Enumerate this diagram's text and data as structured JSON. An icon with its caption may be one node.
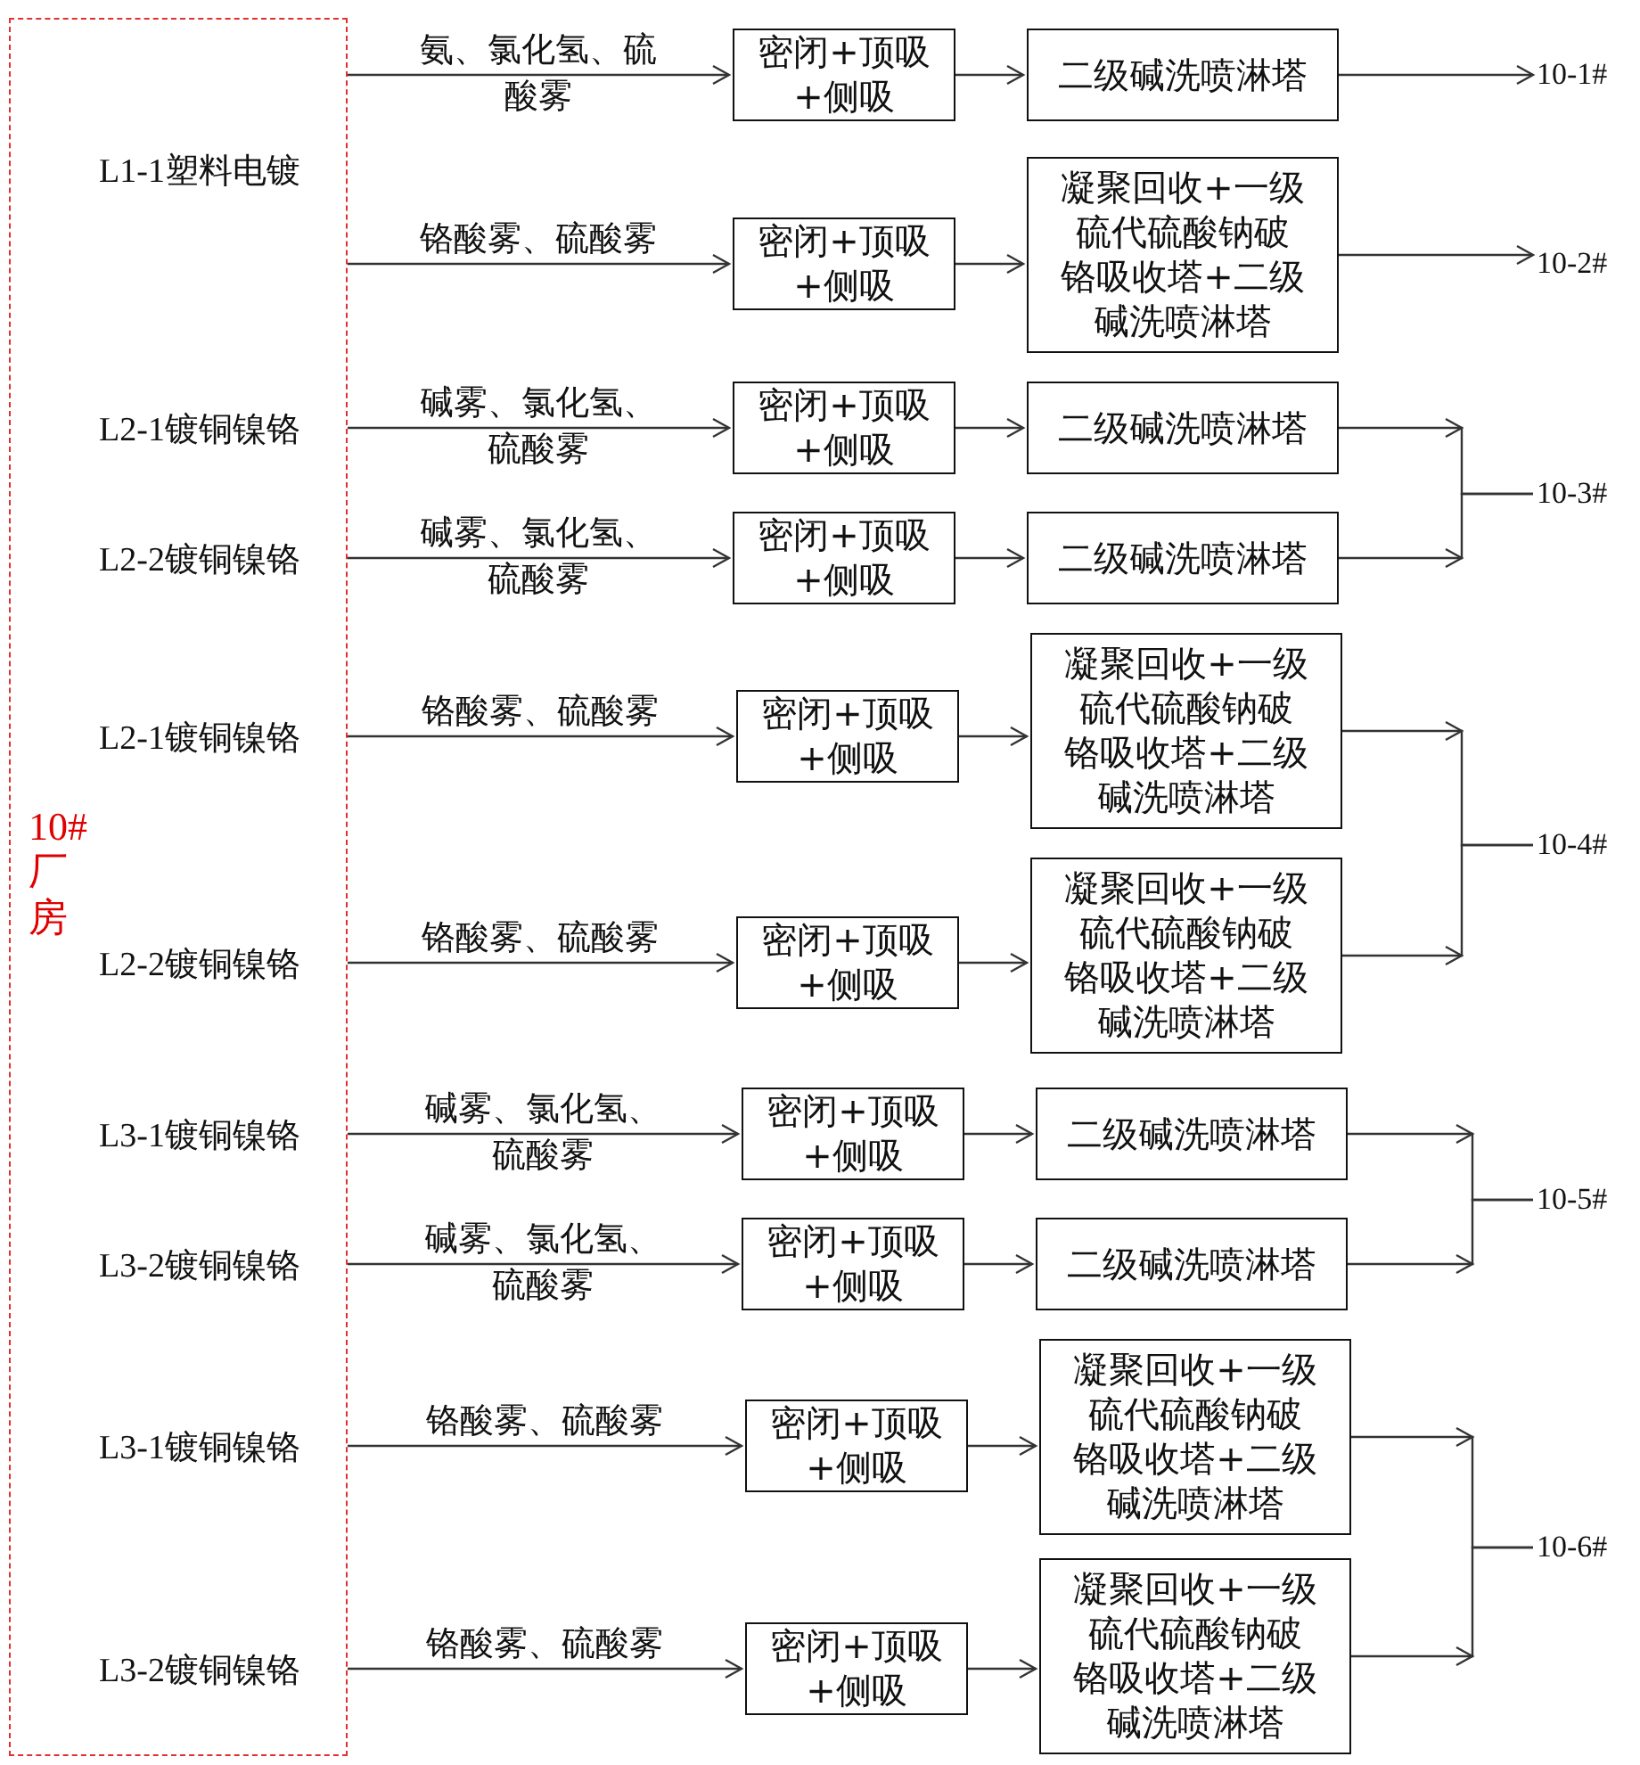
{
  "diagram": {
    "nodes": [
      {
        "text": [
          "10#厂房"
        ]
      },
      {
        "text": [
          "L1-1塑料电镀"
        ],
        "in": 0
      },
      {
        "text": [
          "密闭+顶吸+侧吸"
        ]
      },
      {
        "text": [
          "二级碱洗喷淋塔"
        ]
      },
      {
        "text": [
          "10-1#"
        ]
      },
      {
        "text": [
          "密闭+顶吸+侧吸"
        ]
      },
      {
        "text": [
          "凝聚回收+一级硫代硫酸钠破铬吸收塔+二级碱洗喷淋塔"
        ]
      },
      {
        "text": [
          "10-2#"
        ]
      },
      {
        "text": [
          "L2-1镀铜镍铬"
        ],
        "in": 0
      },
      {
        "text": [
          "密闭+顶吸+侧吸"
        ]
      },
      {
        "text": [
          "二级碱洗喷淋塔"
        ]
      },
      {
        "text": [
          "L2-2镀铜镍铬"
        ],
        "in": 0
      },
      {
        "text": [
          "密闭+顶吸+侧吸"
        ]
      },
      {
        "text": [
          "二级碱洗喷淋塔"
        ]
      },
      {
        "text": [
          "10-3#"
        ]
      },
      {
        "text": [
          "L2-1镀铜镍铬"
        ],
        "in": 0
      },
      {
        "text": [
          "密闭+顶吸+侧吸"
        ]
      },
      {
        "text": [
          "凝聚回收+一级硫代硫酸钠破铬吸收塔+二级碱洗喷淋塔"
        ]
      },
      {
        "text": [
          "L2-2镀铜镍铬"
        ],
        "in": 0
      },
      {
        "text": [
          "密闭+顶吸+侧吸"
        ]
      },
      {
        "text": [
          "凝聚回收+一级硫代硫酸钠破铬吸收塔+二级碱洗喷淋塔"
        ]
      },
      {
        "text": [
          "10-4#"
        ]
      },
      {
        "text": [
          "L3-1镀铜镍铬"
        ],
        "in": 0
      },
      {
        "text": [
          "密闭+顶吸+侧吸"
        ]
      },
      {
        "text": [
          "二级碱洗喷淋塔"
        ]
      },
      {
        "text": [
          "L3-2镀铜镍铬"
        ],
        "in": 0
      },
      {
        "text": [
          "密闭+顶吸+侧吸"
        ]
      },
      {
        "text": [
          "二级碱洗喷淋塔"
        ]
      },
      {
        "text": [
          "10-5#"
        ]
      },
      {
        "text": [
          "L3-1镀铜镍铬"
        ],
        "in": 0
      },
      {
        "text": [
          "密闭+顶吸+侧吸"
        ]
      },
      {
        "text": [
          "凝聚回收+一级硫代硫酸钠破铬吸收塔+二级碱洗喷淋塔"
        ]
      },
      {
        "text": [
          "L3-2镀铜镍铬"
        ],
        "in": 0
      },
      {
        "text": [
          "密闭+顶吸+侧吸"
        ]
      },
      {
        "text": [
          "凝聚回收+一级硫代硫酸钠破铬吸收塔+二级碱洗喷淋塔"
        ]
      },
      {
        "text": [
          "10-6#"
        ]
      }
    ],
    "edges": [
      {
        "from": 1,
        "to": 2,
        "arrow": "to",
        "label": "氨、氯化氢、硫酸雾"
      },
      {
        "from": 2,
        "to": 3,
        "arrow": "to"
      },
      {
        "from": 3,
        "to": 4,
        "arrow": "to"
      },
      {
        "from": 1,
        "to": 5,
        "arrow": "to",
        "label": "铬酸雾、硫酸雾"
      },
      {
        "from": 5,
        "to": 6,
        "arrow": "to"
      },
      {
        "from": 6,
        "to": 7,
        "arrow": "to"
      },
      {
        "from": 8,
        "to": 9,
        "arrow": "to",
        "label": "碱雾、氯化氢、硫酸雾"
      },
      {
        "from": 9,
        "to": 10,
        "arrow": "to"
      },
      {
        "from": 10,
        "to": 14,
        "arrow": "to"
      },
      {
        "from": 11,
        "to": 12,
        "arrow": "to",
        "label": "碱雾、氯化氢、硫酸雾"
      },
      {
        "from": 12,
        "to": 13,
        "arrow": "to"
      },
      {
        "from": 13,
        "to": 14,
        "arrow": "to"
      },
      {
        "from": 15,
        "to": 16,
        "arrow": "to",
        "label": "铬酸雾、硫酸雾"
      },
      {
        "from": 16,
        "to": 17,
        "arrow": "to"
      },
      {
        "from": 17,
        "to": 21,
        "arrow": "to"
      },
      {
        "from": 18,
        "to": 19,
        "arrow": "to",
        "label": "铬酸雾、硫酸雾"
      },
      {
        "from": 19,
        "to": 20,
        "arrow": "to"
      },
      {
        "from": 20,
        "to": 21,
        "arrow": "to"
      },
      {
        "from": 22,
        "to": 23,
        "arrow": "to",
        "label": "碱雾、氯化氢、硫酸雾"
      },
      {
        "from": 23,
        "to": 24,
        "arrow": "to"
      },
      {
        "from": 24,
        "to": 28,
        "arrow": "to"
      },
      {
        "from": 25,
        "to": 26,
        "arrow": "to",
        "label": "碱雾、氯化氢、硫酸雾"
      },
      {
        "from": 26,
        "to": 27,
        "arrow": "to"
      },
      {
        "from": 27,
        "to": 28,
        "arrow": "to"
      },
      {
        "from": 29,
        "to": 30,
        "arrow": "to",
        "label": "铬酸雾、硫酸雾"
      },
      {
        "from": 30,
        "to": 31,
        "arrow": "to"
      },
      {
        "from": 31,
        "to": 35,
        "arrow": "to"
      },
      {
        "from": 32,
        "to": 33,
        "arrow": "to",
        "label": "铬酸雾、硫酸雾"
      },
      {
        "from": 33,
        "to": 34,
        "arrow": "to"
      },
      {
        "from": 34,
        "to": 35,
        "arrow": "to"
      }
    ]
  }
}
